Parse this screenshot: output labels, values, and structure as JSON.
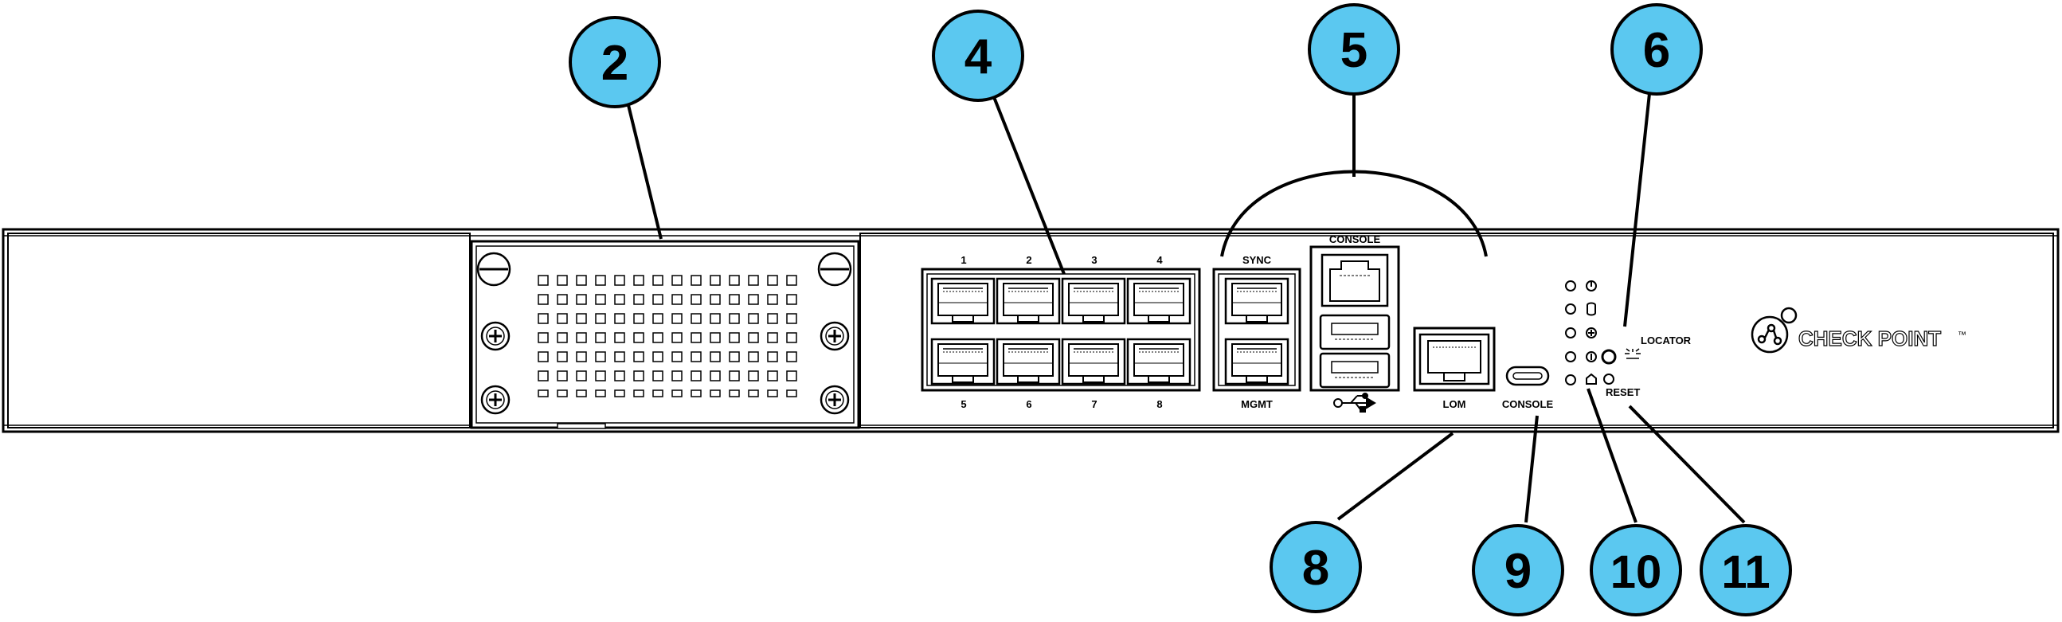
{
  "callouts": [
    {
      "id": "2",
      "label": "2"
    },
    {
      "id": "4",
      "label": "4"
    },
    {
      "id": "5",
      "label": "5"
    },
    {
      "id": "6",
      "label": "6"
    },
    {
      "id": "8",
      "label": "8"
    },
    {
      "id": "9",
      "label": "9"
    },
    {
      "id": "10",
      "label": "10"
    },
    {
      "id": "11",
      "label": "11"
    }
  ],
  "ports": {
    "top_numbers": [
      "1",
      "2",
      "3",
      "4"
    ],
    "bottom_numbers": [
      "5",
      "6",
      "7",
      "8"
    ],
    "sync_label": "SYNC",
    "mgmt_label": "MGMT",
    "console_top_label": "CONSOLE",
    "lom_label": "LOM",
    "console_usbc_label": "CONSOLE"
  },
  "buttons": {
    "locator_label": "LOCATOR",
    "reset_label": "RESET"
  },
  "brand": {
    "name": "CHECK POINT",
    "trademark": "™"
  },
  "icons": {
    "usb": "usb-icon",
    "led_power": "power-icon",
    "led_storage": "storage-icon",
    "led_alert": "alert-icon",
    "led_status": "status-icon",
    "led_home": "home-icon",
    "locator_burst": "locator-burst-icon"
  },
  "colors": {
    "callout_fill": "#5bc8f0",
    "line": "#000000",
    "background": "#ffffff"
  }
}
